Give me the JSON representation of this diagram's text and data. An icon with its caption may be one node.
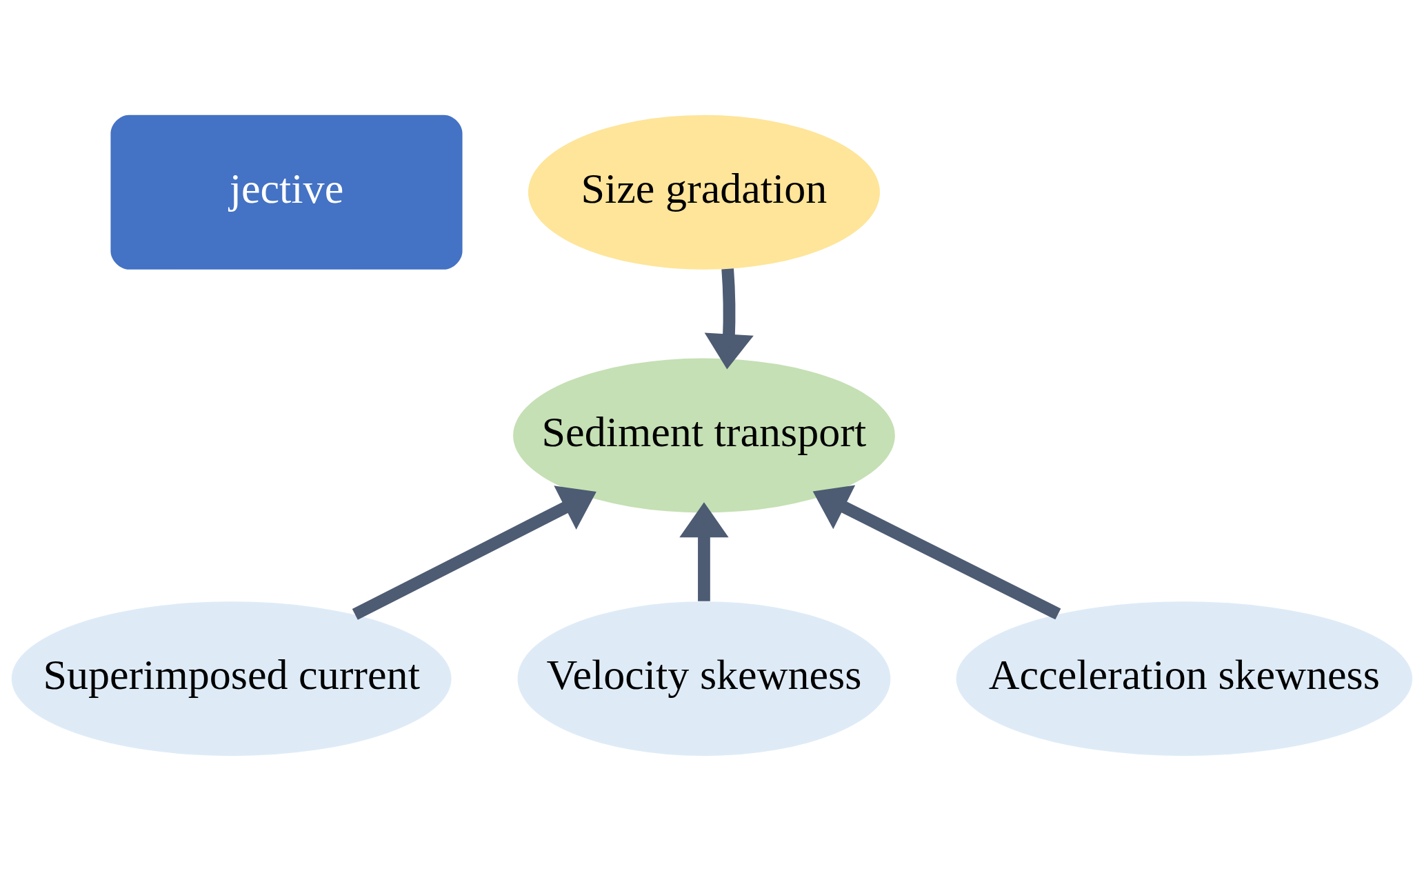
{
  "diagram": {
    "nodes": [
      {
        "text": [
          "jective"
        ]
      },
      {
        "text": [
          "Size gradation"
        ]
      },
      {
        "text": [
          "Sediment transport"
        ]
      },
      {
        "text": [
          "Superimposed current"
        ]
      },
      {
        "text": [
          "Velocity skewness"
        ]
      },
      {
        "text": [
          "Acceleration skewness"
        ]
      }
    ],
    "edges": [
      {
        "from": 1,
        "to": 2,
        "arrow": "to"
      },
      {
        "from": 4,
        "to": 2,
        "arrow": "to"
      },
      {
        "from": 5,
        "to": 2,
        "arrow": "to"
      },
      {
        "from": 3,
        "to": 2,
        "arrow": "to"
      }
    ]
  }
}
